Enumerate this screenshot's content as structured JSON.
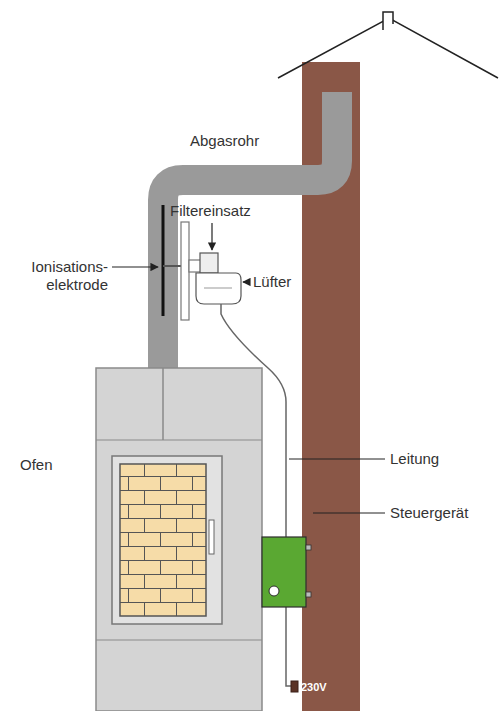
{
  "diagram": {
    "labels": [
      "Abgasrohr",
      "Filtereinsatz",
      "Ionisations- elektrode",
      "Lüfter",
      "Ofen",
      "Leitung",
      "Steuergerät",
      "230V"
    ]
  }
}
